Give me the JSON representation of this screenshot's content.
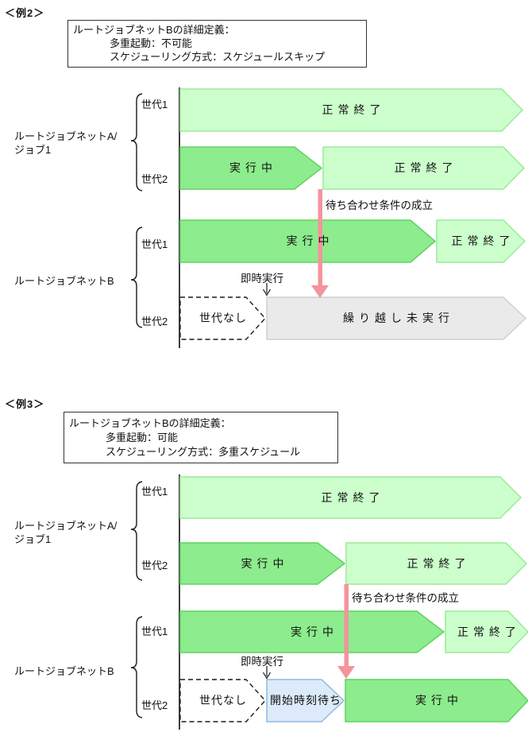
{
  "examples": [
    {
      "tag": "＜例2＞",
      "definition": {
        "title": "ルートジョブネットBの詳細定義：",
        "multi_start": "多重起動：不可能",
        "scheduling": "スケジューリング方式：スケジュールスキップ"
      },
      "group_a": {
        "name_line1": "ルートジョブネットA/",
        "name_line2": "ジョブ1",
        "gen1_label": "世代1",
        "gen2_label": "世代2"
      },
      "group_b": {
        "name": "ルートジョブネットB",
        "gen1_label": "世代1",
        "gen2_label": "世代2"
      },
      "bars": {
        "a_gen1_status": "正常終了",
        "a_gen2_running": "実行中",
        "a_gen2_done": "正常終了",
        "b_gen1_running": "実行中",
        "b_gen1_done": "正常終了",
        "b_gen2_none": "世代なし",
        "b_gen2_result": "繰り越し未実行"
      },
      "annotations": {
        "wait_condition": "待ち合わせ条件の成立",
        "immediate_exec": "即時実行"
      }
    },
    {
      "tag": "＜例3＞",
      "definition": {
        "title": "ルートジョブネットBの詳細定義：",
        "multi_start": "多重起動：可能",
        "scheduling": "スケジューリング方式：多重スケジュール"
      },
      "group_a": {
        "name_line1": "ルートジョブネットA/",
        "name_line2": "ジョブ1",
        "gen1_label": "世代1",
        "gen2_label": "世代2"
      },
      "group_b": {
        "name": "ルートジョブネットB",
        "gen1_label": "世代1",
        "gen2_label": "世代2"
      },
      "bars": {
        "a_gen1_status": "正常終了",
        "a_gen2_running": "実行中",
        "a_gen2_done": "正常終了",
        "b_gen1_running": "実行中",
        "b_gen1_done": "正常終了",
        "b_gen2_none": "世代なし",
        "b_gen2_waiting": "開始時刻待ち",
        "b_gen2_running": "実行中"
      },
      "annotations": {
        "wait_condition": "待ち合わせ条件の成立",
        "immediate_exec": "即時実行"
      }
    }
  ],
  "legend_colors": {
    "normal_end_fill": "#ccffcc",
    "normal_end_border": "#99eb99",
    "running_fill": "#8dec8d",
    "running_border": "#5fd35f",
    "carried_over_fill": "#eaeaea",
    "carried_over_border": "#d0d0d0",
    "waiting_fill": "#dceaf9",
    "waiting_border": "#92b9e0",
    "wait_arrow_pink": "#f4949c",
    "axis_line": "#404040"
  }
}
